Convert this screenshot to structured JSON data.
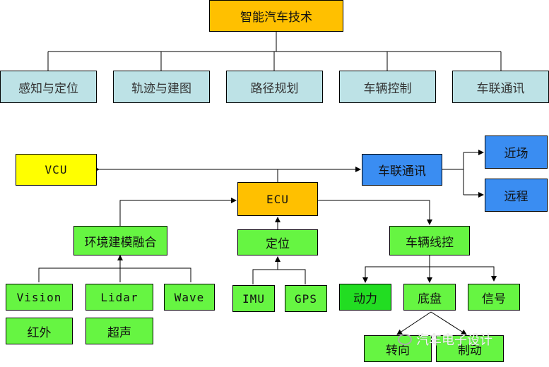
{
  "title": "智能汽车技术",
  "categories": [
    "感知与定位",
    "轨迹与建图",
    "路径规划",
    "车辆控制",
    "车联通讯"
  ],
  "architecture": {
    "vcu": "VCU",
    "ecu": "ECU",
    "telematics": "车联通讯",
    "near_field": "近场",
    "remote": "远程",
    "fusion": "环境建模融合",
    "sensors": [
      "Vision",
      "Lidar",
      "Wave",
      "红外",
      "超声"
    ],
    "positioning": "定位",
    "positioning_inputs": [
      "IMU",
      "GPS"
    ],
    "by_wire": "车辆线控",
    "power": "动力",
    "chassis": "底盘",
    "signal": "信号",
    "steering": "转向",
    "braking": "制动"
  },
  "watermark": "汽车电子设计",
  "colors": {
    "root": "#FFC000",
    "category": "#BDE2E6",
    "vcu": "#FFFF00",
    "ecu": "#FFC000",
    "telematics": "#3A8DF2",
    "green": "#66F542"
  }
}
